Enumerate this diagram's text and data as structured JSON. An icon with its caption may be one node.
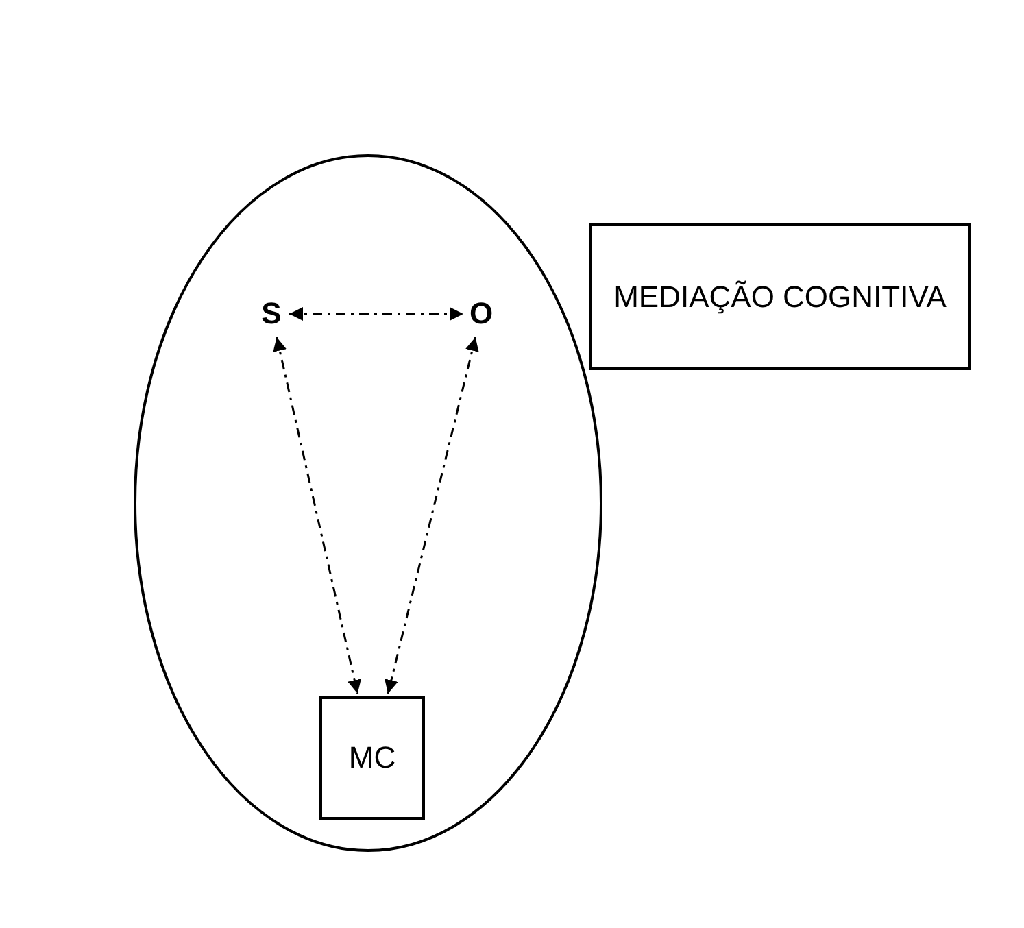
{
  "diagram": {
    "nodes": [
      {
        "text": [],
        "shape": "circle"
      },
      {
        "text": [
          "S"
        ],
        "in": 0
      },
      {
        "text": [
          "O"
        ],
        "in": 0
      },
      {
        "text": [
          "MC"
        ],
        "in": 0
      },
      {
        "text": [
          "MEDIAÇÃO COGNITIVA"
        ]
      }
    ],
    "edges": [
      {
        "from": 1,
        "to": 2,
        "arrow": "both",
        "style": "dashed"
      },
      {
        "from": 1,
        "to": 3,
        "arrow": "both",
        "style": "dashed"
      },
      {
        "from": 2,
        "to": 3,
        "arrow": "both",
        "style": "dashed"
      }
    ]
  }
}
